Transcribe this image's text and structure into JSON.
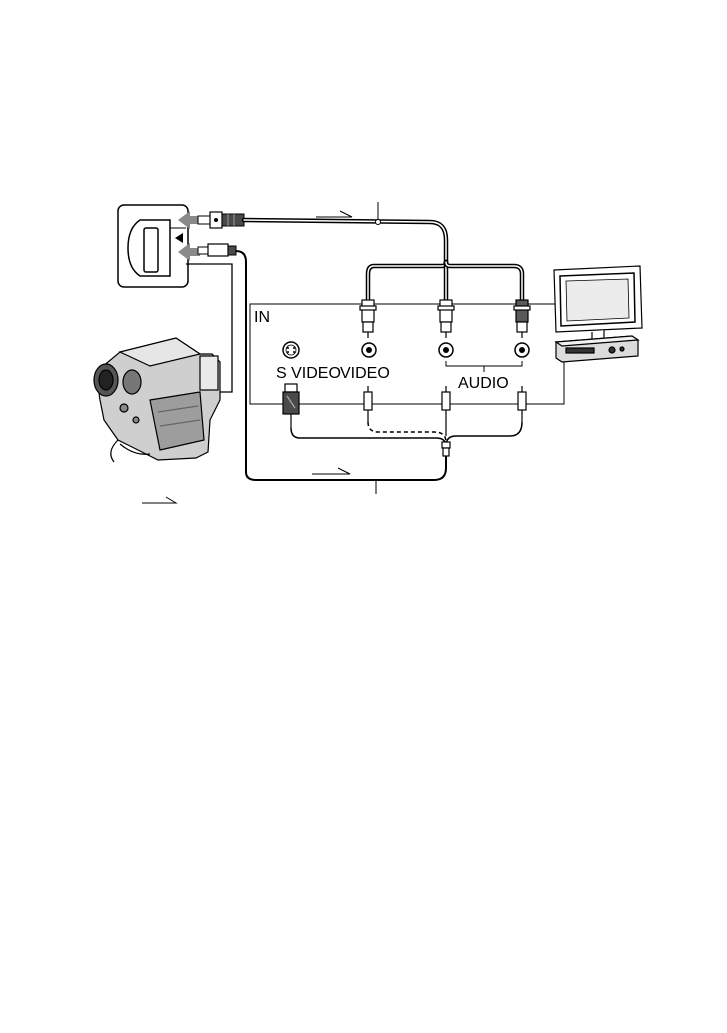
{
  "panel": {
    "input_label": "IN",
    "jacks": [
      {
        "label": "S VIDEO"
      },
      {
        "label": "VIDEO"
      },
      {
        "label": "AUDIO"
      }
    ]
  },
  "colors": {
    "line": "#000000",
    "shade": "#7a7a7a",
    "light": "#d9d9d9",
    "paper": "#ffffff"
  }
}
